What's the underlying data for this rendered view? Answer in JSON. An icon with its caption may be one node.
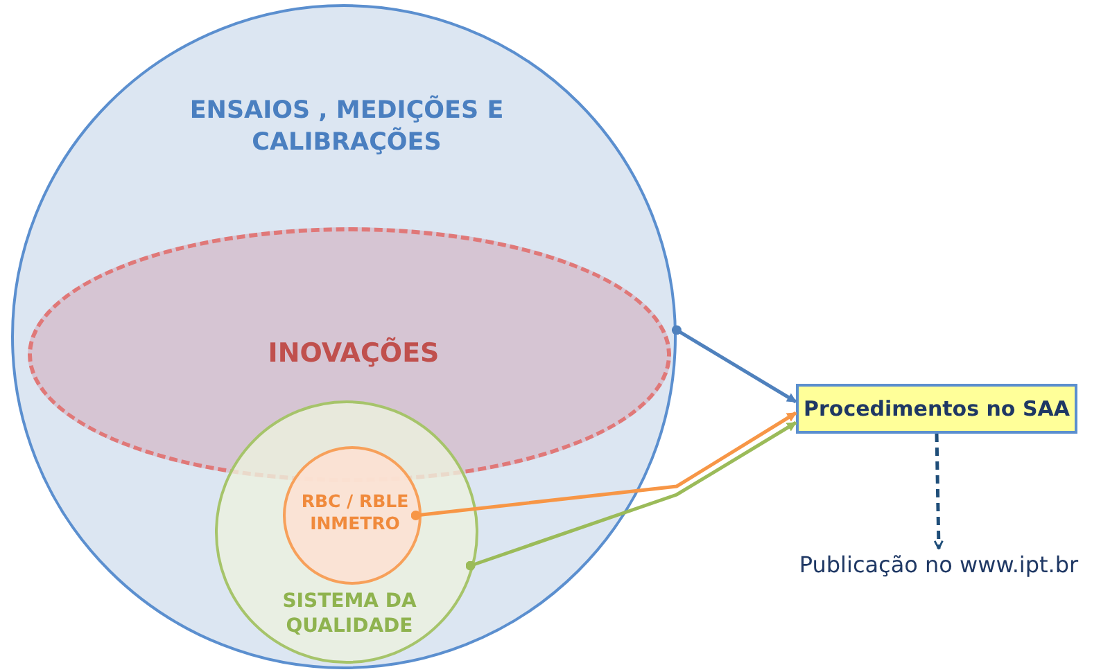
{
  "diagram": {
    "nodes": [
      {
        "text": [
          "ENSAIOS , MEDIÇÕES E CALIBRAÇÕES"
        ]
      },
      {
        "text": [
          "INOVAÇÕES"
        ],
        "in": 0
      },
      {
        "text": [
          "SISTEMA DA QUALIDADE"
        ],
        "in": 0
      },
      {
        "text": [
          "RBC / RBLE INMETRO"
        ],
        "in": 2
      },
      {
        "text": [
          "Procedimentos no SAA"
        ]
      },
      {
        "text": [
          "Publicação no www.ipt.br"
        ]
      }
    ],
    "edges": [
      {
        "from": 0,
        "to": 4,
        "arrow": "to",
        "color": "#4f81bd"
      },
      {
        "from": 3,
        "to": 4,
        "arrow": "to",
        "color": "#f79646"
      },
      {
        "from": 2,
        "to": 4,
        "arrow": "to",
        "color": "#9bbb59"
      },
      {
        "from": 4,
        "to": 5,
        "arrow": "to",
        "style": "dashed",
        "color": "#1f4e79"
      }
    ]
  }
}
